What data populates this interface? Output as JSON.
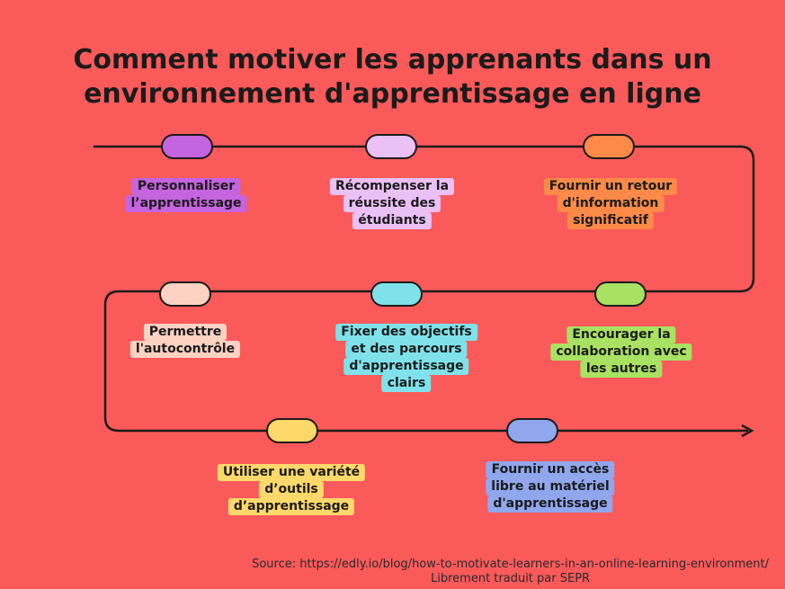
{
  "title": [
    "Comment motiver les apprenants dans un",
    "environnement d'apprentissage en ligne"
  ],
  "steps": [
    {
      "lines": [
        "Personnaliser",
        "l’apprentissage"
      ],
      "pill_color": "#c564df",
      "label_color": "#c564df"
    },
    {
      "lines": [
        "Récompenser la",
        "réussite des",
        "étudiants"
      ],
      "pill_color": "#eac0f5",
      "label_color": "#eac0f5"
    },
    {
      "lines": [
        "Fournir un retour",
        "d'information",
        "significatif"
      ],
      "pill_color": "#fd8a48",
      "label_color": "#fd8a48"
    },
    {
      "lines": [
        "Permettre",
        "l'autocontrôle"
      ],
      "pill_color": "#fdd2c3",
      "label_color": "#fdd2c3"
    },
    {
      "lines": [
        "Fixer des objectifs",
        "et des parcours",
        "d'apprentissage",
        "clairs"
      ],
      "pill_color": "#7fe2ea",
      "label_color": "#7fe2ea"
    },
    {
      "lines": [
        "Encourager la",
        "collaboration avec",
        "les autres"
      ],
      "pill_color": "#a9e163",
      "label_color": "#a9e163"
    },
    {
      "lines": [
        "Utiliser une variété",
        "d’outils",
        "d’apprentissage"
      ],
      "pill_color": "#fdd86a",
      "label_color": "#fdd86a"
    },
    {
      "lines": [
        "Fournir un accès",
        "libre au matériel",
        "d'apprentissage"
      ],
      "pill_color": "#90a7ee",
      "label_color": "#90a7ee"
    }
  ],
  "source": [
    "Source: https://edly.io/blog/how-to-motivate-learners-in-an-online-learning-environment/",
    "Librement traduit par SEPR"
  ],
  "colors": {
    "background": "#fb5a5b",
    "line": "#1b1b1b"
  }
}
